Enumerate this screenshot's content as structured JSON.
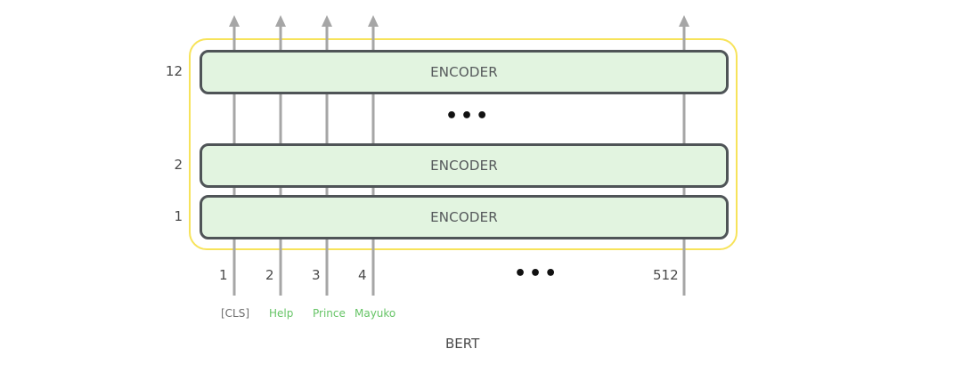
{
  "diagram": {
    "title": "BERT",
    "encoder_label": "ENCODER",
    "layers": [
      {
        "label": "12",
        "text": "ENCODER"
      },
      {
        "label": "2",
        "text": "ENCODER"
      },
      {
        "label": "1",
        "text": "ENCODER"
      }
    ],
    "layer_ellipsis": "•••",
    "positions": [
      {
        "index": "1",
        "token": "[CLS]",
        "token_type": "special"
      },
      {
        "index": "2",
        "token": "Help",
        "token_type": "word"
      },
      {
        "index": "3",
        "token": "Prince",
        "token_type": "word"
      },
      {
        "index": "4",
        "token": "Mayuko",
        "token_type": "word"
      },
      {
        "index": "512",
        "token": "",
        "token_type": "none"
      }
    ],
    "position_ellipsis": "•••",
    "colors": {
      "outer_border": "#f7e35a",
      "encoder_fill": "#e2f4e0",
      "encoder_border": "#4f5457",
      "arrow": "#a6a6a6",
      "token_word": "#66c466",
      "token_special": "#6d6d6d"
    }
  }
}
